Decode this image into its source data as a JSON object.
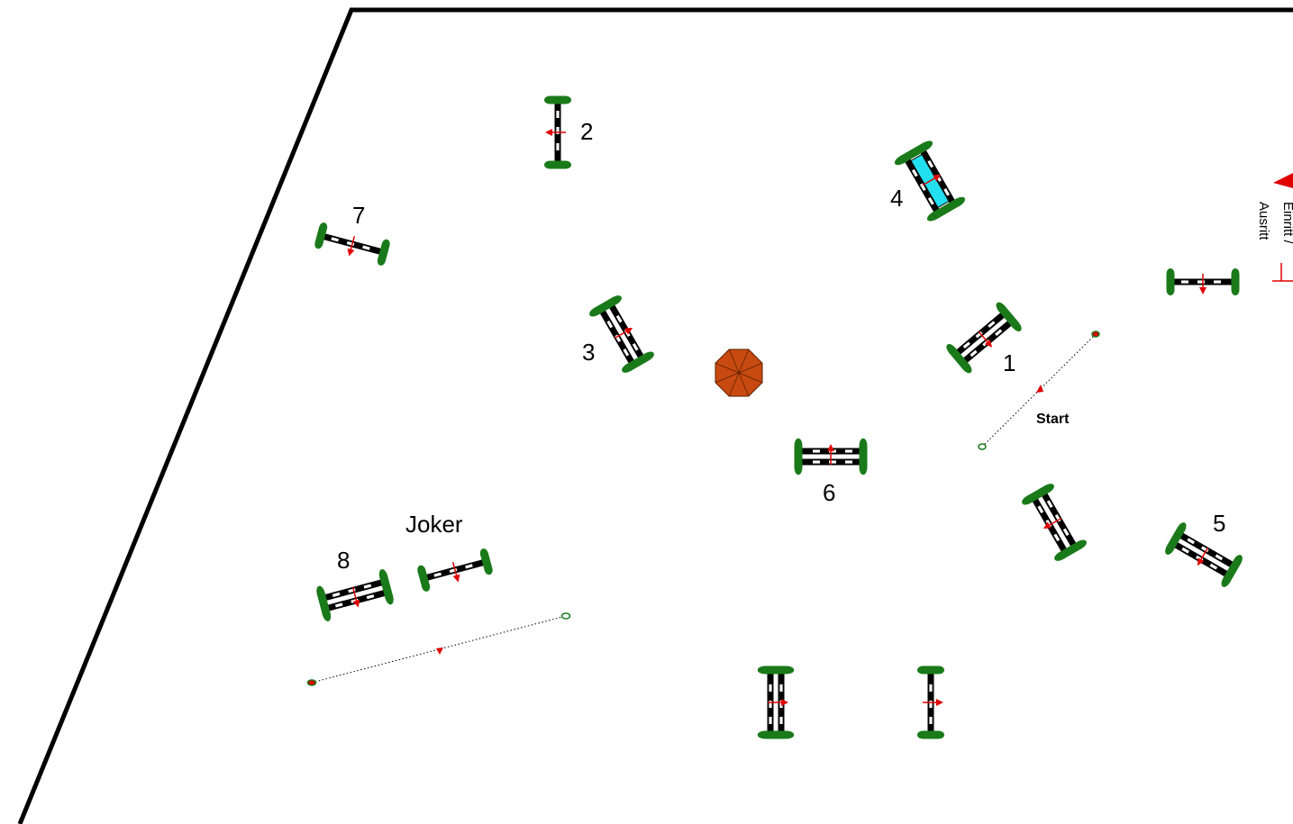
{
  "course": {
    "labels": {
      "fence_1": "1",
      "fence_2": "2",
      "fence_3": "3",
      "fence_4": "4",
      "fence_5": "5",
      "fence_6": "6",
      "fence_7": "7",
      "fence_8": "8",
      "joker": "Joker",
      "start": "Start",
      "entry_line1": "Einritt /",
      "entry_line2": "Ausritt"
    },
    "colors": {
      "arena_border": "#000000",
      "pole_black": "#000000",
      "pole_white": "#ffffff",
      "wing_green": "#1a7a1a",
      "direction_arrow": "#e00000",
      "water_tray": "#22e0f0",
      "umbrella": "#c84a10"
    },
    "obstacles": [
      {
        "label": "1",
        "type": "oxer"
      },
      {
        "label": "2",
        "type": "vertical"
      },
      {
        "label": "3",
        "type": "oxer"
      },
      {
        "label": "4",
        "type": "water oxer"
      },
      {
        "label": "5",
        "type": "oxer"
      },
      {
        "label": "6",
        "type": "oxer"
      },
      {
        "label": "7",
        "type": "vertical"
      },
      {
        "label": "8",
        "type": "oxer"
      },
      {
        "label": "Joker",
        "type": "vertical"
      }
    ],
    "icons": [
      "umbrella-icon",
      "entry-arrow-icon",
      "start-line-icon",
      "finish-line-icon"
    ]
  }
}
